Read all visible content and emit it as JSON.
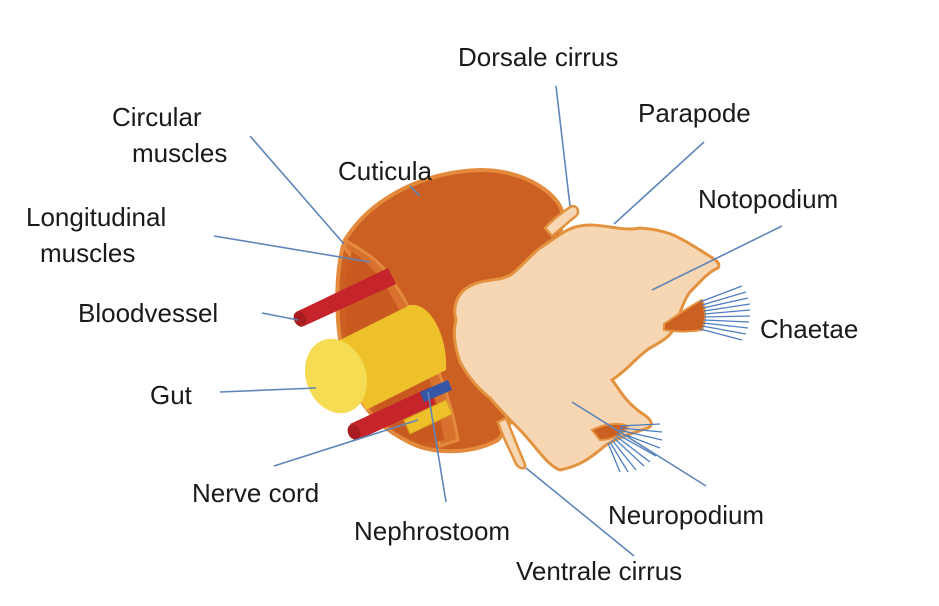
{
  "labels": {
    "dorsale_cirrus": "Dorsale cirrus",
    "parapode": "Parapode",
    "circular_muscles_1": "Circular",
    "circular_muscles_2": "muscles",
    "cuticula": "Cuticula",
    "notopodium": "Notopodium",
    "longitudinal_muscles_1": "Longitudinal",
    "longitudinal_muscles_2": "muscles",
    "bloodvessel": "Bloodvessel",
    "chaetae": "Chaetae",
    "gut": "Gut",
    "nerve_cord": "Nerve cord",
    "nephrostoom": "Nephrostoom",
    "neuropodium": "Neuropodium",
    "ventrale_cirrus": "Ventrale cirrus"
  },
  "colors": {
    "body_wall": "#cc5f22",
    "body_wall_outline": "#e38a3c",
    "parapodium": "#f7d6b3",
    "parapodium_outline": "#e3923f",
    "gut": "#eec02a",
    "gut_end": "#f5dc52",
    "blood_vessel": "#c4242a",
    "nerve": "#3556a6",
    "leader_line": "#5f86b8",
    "text": "#1a1a1a"
  }
}
